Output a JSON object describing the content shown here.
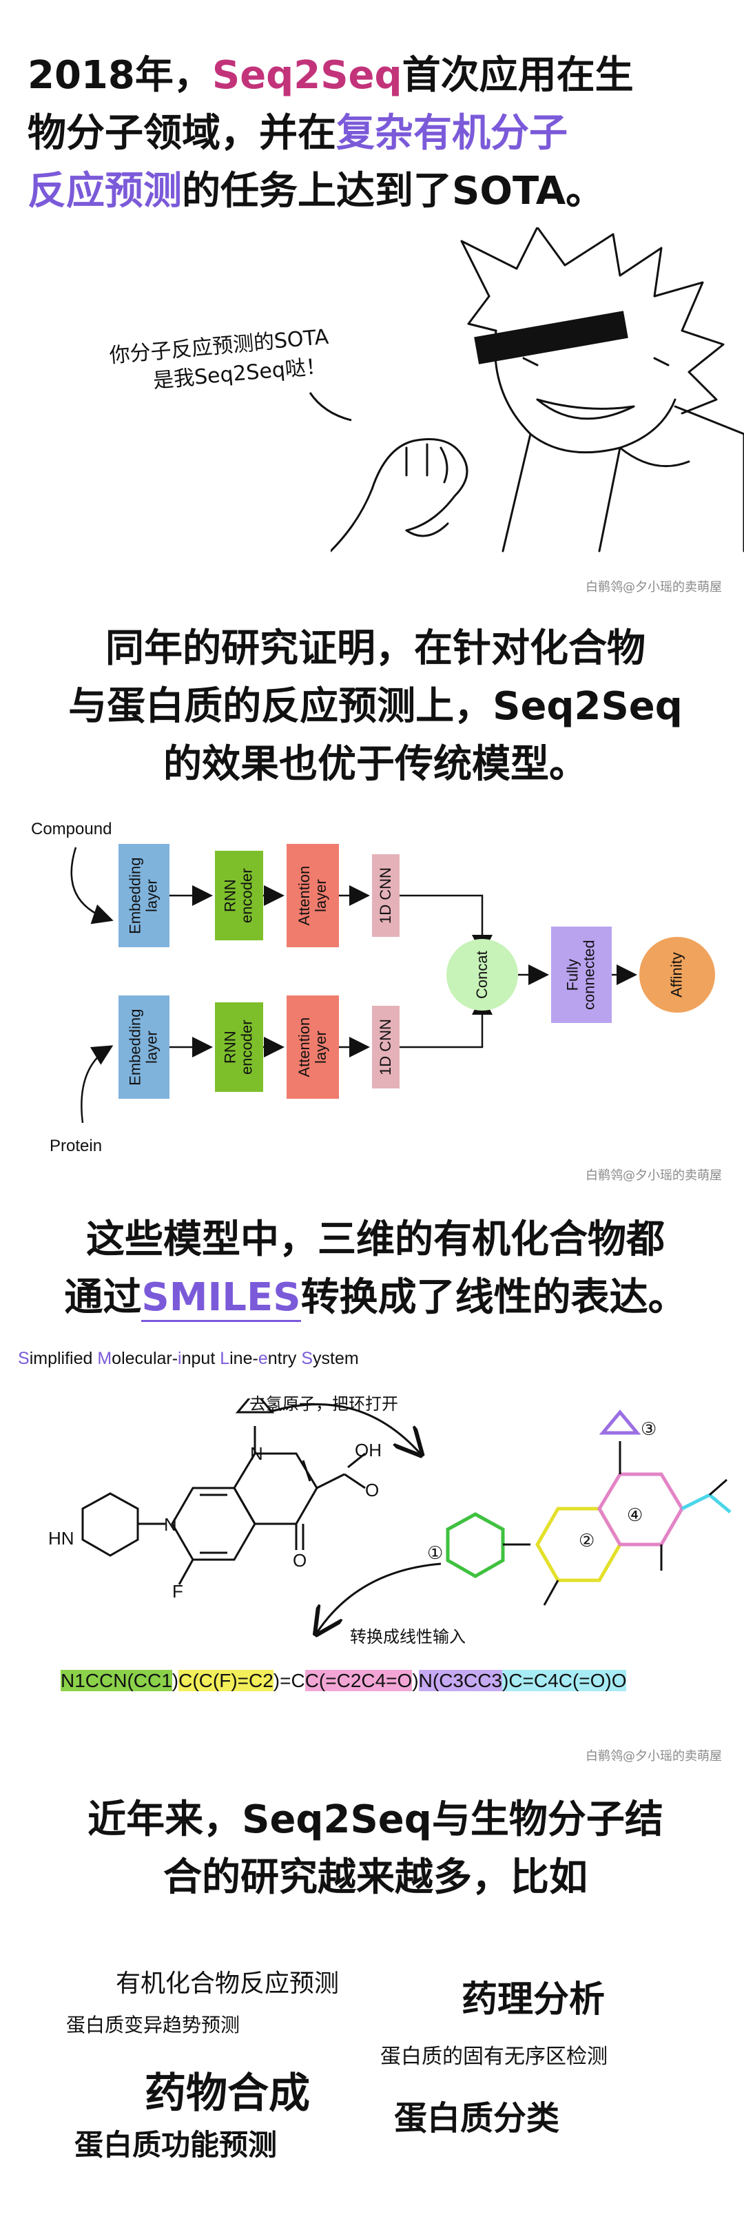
{
  "section1": {
    "line1_prefix": "2018年，",
    "line1_highlight": "Seq2Seq",
    "line1_suffix": "首次应用在生",
    "line2_prefix": "物分子领域，并在",
    "line2_highlight": "复杂有机分子",
    "line3_highlight": "反应预测",
    "line3_suffix": "的任务上达到了SOTA。",
    "speech_line1": "你分子反应预测的SOTA",
    "speech_line2": "是我Seq2Seq哒！",
    "watermark": "白鹡鸰@夕小瑶的卖萌屋"
  },
  "section2": {
    "line1": "同年的研究证明，在针对化合物",
    "line2": "与蛋白质的反应预测上，Seq2Seq",
    "line3": "的效果也优于传统模型。",
    "diagram": {
      "compound_label": "Compound",
      "protein_label": "Protein",
      "embedding": "Embedding layer",
      "rnn": "RNN encoder",
      "attention": "Attention layer",
      "cnn": "1D CNN",
      "concat": "Concat",
      "fc": "Fully connected",
      "affinity": "Affinity"
    },
    "watermark": "白鹡鸰@夕小瑶的卖萌屋"
  },
  "section3": {
    "line1": "这些模型中，三维的有机化合物都",
    "line2_prefix": "通过",
    "line2_highlight": "SMILES",
    "line2_suffix": "转换成了线性的表达。",
    "smiles_full": [
      {
        "cap": "S",
        "rest": "implified "
      },
      {
        "cap": "M",
        "rest": "olecular-"
      },
      {
        "cap": "i",
        "rest": "nput "
      },
      {
        "cap": "L",
        "rest": "ine-"
      },
      {
        "cap": "e",
        "rest": "ntry "
      },
      {
        "cap": "S",
        "rest": "ystem"
      }
    ],
    "annot_top": "去氢原子，把环打开",
    "annot_bottom": "转换成线性输入",
    "atom_HN": "HN",
    "atom_N1": "N",
    "atom_N2": "N",
    "atom_F": "F",
    "atom_OH": "OH",
    "atom_O1": "O",
    "atom_O2": "O",
    "num1": "①",
    "num2": "②",
    "num3": "③",
    "num4": "④",
    "smiles_string": "N1CCN(CC1)C(C(F)=C2)=CC(=C2C4=O)N(C3CC3)C=C4C(=O)O",
    "watermark": "白鹡鸰@夕小瑶的卖萌屋"
  },
  "section4": {
    "line1": "近年来，Seq2Seq与生物分子结",
    "line2": "合的研究越来越多，比如",
    "kw1": "有机化合物反应预测",
    "kw2": "药理分析",
    "kw3": "蛋白质变异趋势预测",
    "kw4": "蛋白质的固有无序区检测",
    "kw5": "药物合成",
    "kw6": "蛋白质分类",
    "kw7": "蛋白质功能预测"
  },
  "colors": {
    "pink": "#c2337a",
    "purple": "#7b5ad9",
    "embed": "#7fb3dc",
    "rnn": "#7dbf2b",
    "attention": "#f07c6d",
    "cnn": "#e5b1b9",
    "concat": "#c7f2b8",
    "fc": "#b9a3ef",
    "affinity": "#f0a35c"
  }
}
